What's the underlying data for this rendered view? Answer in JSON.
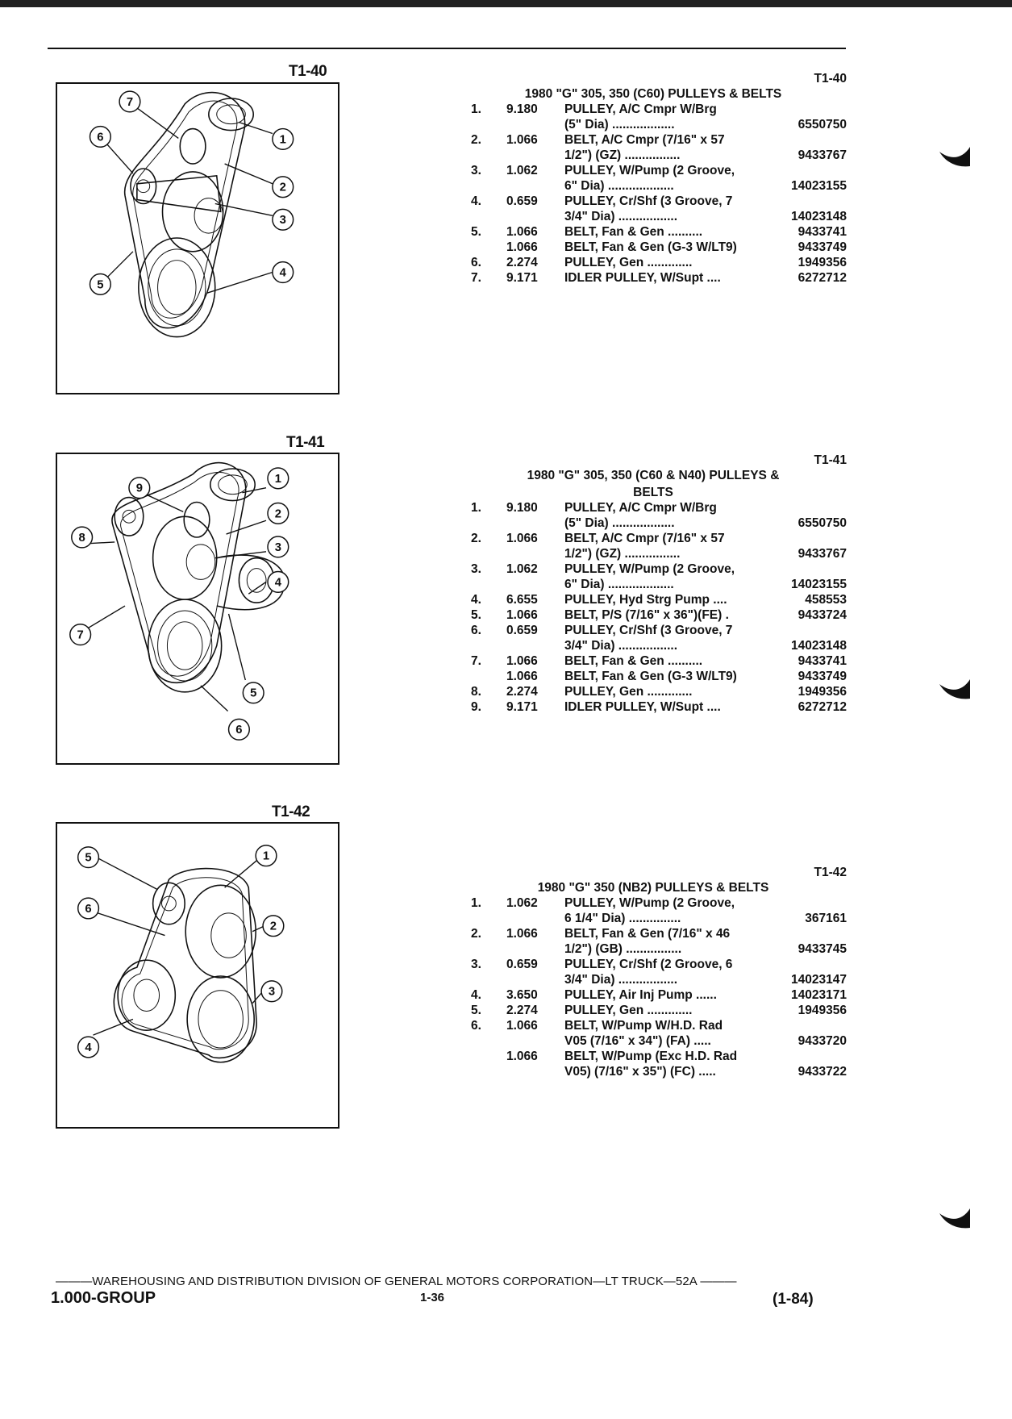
{
  "figures": [
    {
      "label": "T1-40",
      "callouts": [
        "1",
        "2",
        "3",
        "4",
        "5",
        "6",
        "7"
      ]
    },
    {
      "label": "T1-41",
      "callouts": [
        "1",
        "2",
        "3",
        "4",
        "5",
        "6",
        "7",
        "8",
        "9"
      ]
    },
    {
      "label": "T1-42",
      "callouts": [
        "1",
        "2",
        "3",
        "4",
        "5",
        "6"
      ]
    }
  ],
  "sections": [
    {
      "code": "T1-40",
      "title": "1980 \"G\" 305, 350 (C60) PULLEYS & BELTS",
      "rows": [
        {
          "num": "1.",
          "qty": "9.180",
          "desc": "PULLEY, A/C Cmpr W/Brg",
          "pn": ""
        },
        {
          "num": "",
          "qty": "",
          "desc": "(5\" Dia) ..................",
          "pn": "6550750"
        },
        {
          "num": "2.",
          "qty": "1.066",
          "desc": "BELT, A/C Cmpr (7/16\" x 57",
          "pn": ""
        },
        {
          "num": "",
          "qty": "",
          "desc": "1/2\") (GZ) ................",
          "pn": "9433767"
        },
        {
          "num": "3.",
          "qty": "1.062",
          "desc": "PULLEY, W/Pump (2 Groove,",
          "pn": ""
        },
        {
          "num": "",
          "qty": "",
          "desc": "6\" Dia) ...................",
          "pn": "14023155"
        },
        {
          "num": "4.",
          "qty": "0.659",
          "desc": "PULLEY, Cr/Shf (3 Groove, 7",
          "pn": ""
        },
        {
          "num": "",
          "qty": "",
          "desc": "3/4\" Dia) .................",
          "pn": "14023148"
        },
        {
          "num": "5.",
          "qty": "1.066",
          "desc": "BELT, Fan & Gen ..........",
          "pn": "9433741"
        },
        {
          "num": "",
          "qty": "1.066",
          "desc": "BELT, Fan & Gen (G-3 W/LT9)",
          "pn": "9433749"
        },
        {
          "num": "6.",
          "qty": "2.274",
          "desc": "PULLEY, Gen .............",
          "pn": "1949356"
        },
        {
          "num": "7.",
          "qty": "9.171",
          "desc": "IDLER PULLEY, W/Supt ....",
          "pn": "6272712"
        }
      ]
    },
    {
      "code": "T1-41",
      "title": "1980 \"G\" 305, 350 (C60 & N40) PULLEYS &",
      "title2": "BELTS",
      "rows": [
        {
          "num": "1.",
          "qty": "9.180",
          "desc": "PULLEY, A/C Cmpr W/Brg",
          "pn": ""
        },
        {
          "num": "",
          "qty": "",
          "desc": "(5\" Dia) ..................",
          "pn": "6550750"
        },
        {
          "num": "2.",
          "qty": "1.066",
          "desc": "BELT, A/C Cmpr (7/16\" x 57",
          "pn": ""
        },
        {
          "num": "",
          "qty": "",
          "desc": "1/2\") (GZ) ................",
          "pn": "9433767"
        },
        {
          "num": "3.",
          "qty": "1.062",
          "desc": "PULLEY, W/Pump (2 Groove,",
          "pn": ""
        },
        {
          "num": "",
          "qty": "",
          "desc": "6\" Dia) ...................",
          "pn": "14023155"
        },
        {
          "num": "4.",
          "qty": "6.655",
          "desc": "PULLEY, Hyd Strg Pump ....",
          "pn": "458553"
        },
        {
          "num": "5.",
          "qty": "1.066",
          "desc": "BELT, P/S (7/16\" x 36\")(FE) .",
          "pn": "9433724"
        },
        {
          "num": "6.",
          "qty": "0.659",
          "desc": "PULLEY, Cr/Shf (3 Groove, 7",
          "pn": ""
        },
        {
          "num": "",
          "qty": "",
          "desc": "3/4\" Dia) .................",
          "pn": "14023148"
        },
        {
          "num": "7.",
          "qty": "1.066",
          "desc": "BELT, Fan & Gen ..........",
          "pn": "9433741"
        },
        {
          "num": "",
          "qty": "1.066",
          "desc": "BELT, Fan & Gen (G-3 W/LT9)",
          "pn": "9433749"
        },
        {
          "num": "8.",
          "qty": "2.274",
          "desc": "PULLEY, Gen .............",
          "pn": "1949356"
        },
        {
          "num": "9.",
          "qty": "9.171",
          "desc": "IDLER PULLEY, W/Supt ....",
          "pn": "6272712"
        }
      ]
    },
    {
      "code": "T1-42",
      "title": "1980 \"G\" 350 (NB2) PULLEYS & BELTS",
      "rows": [
        {
          "num": "1.",
          "qty": "1.062",
          "desc": "PULLEY, W/Pump (2 Groove,",
          "pn": ""
        },
        {
          "num": "",
          "qty": "",
          "desc": "6 1/4\" Dia) ...............",
          "pn": "367161"
        },
        {
          "num": "2.",
          "qty": "1.066",
          "desc": "BELT, Fan & Gen (7/16\" x 46",
          "pn": ""
        },
        {
          "num": "",
          "qty": "",
          "desc": "1/2\") (GB) ................",
          "pn": "9433745"
        },
        {
          "num": "3.",
          "qty": "0.659",
          "desc": "PULLEY, Cr/Shf (2 Groove, 6",
          "pn": ""
        },
        {
          "num": "",
          "qty": "",
          "desc": "3/4\" Dia) .................",
          "pn": "14023147"
        },
        {
          "num": "4.",
          "qty": "3.650",
          "desc": "PULLEY, Air Inj Pump ......",
          "pn": "14023171"
        },
        {
          "num": "5.",
          "qty": "2.274",
          "desc": "PULLEY, Gen .............",
          "pn": "1949356"
        },
        {
          "num": "6.",
          "qty": "1.066",
          "desc": "BELT, W/Pump W/H.D. Rad",
          "pn": ""
        },
        {
          "num": "",
          "qty": "",
          "desc": "V05 (7/16\" x 34\") (FA) .....",
          "pn": "9433720"
        },
        {
          "num": "",
          "qty": "1.066",
          "desc": "BELT, W/Pump (Exc H.D. Rad",
          "pn": ""
        },
        {
          "num": "",
          "qty": "",
          "desc": "V05) (7/16\" x 35\") (FC) .....",
          "pn": "9433722"
        }
      ]
    }
  ],
  "footer": {
    "line": "———WAREHOUSING AND DISTRIBUTION  DIVISION OF GENERAL MOTORS CORPORATION—LT TRUCK—52A ———",
    "group": "1.000-GROUP",
    "page": "1-36",
    "date": "(1-84)"
  }
}
